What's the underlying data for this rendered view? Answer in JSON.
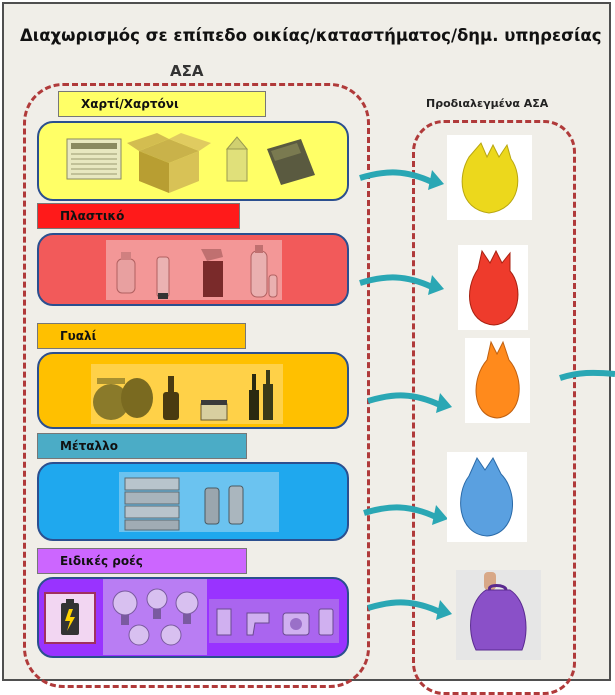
{
  "title": "Διαχωρισμός σε επίπεδο οικίας/καταστήματος/δημ. υπηρεσίας",
  "left_group_label": "ΑΣΑ",
  "right_group_label": "Προδιαλεγμένα ΑΣΑ",
  "categories": [
    {
      "label": "Χαρτί/Χαρτόνι",
      "color": "#ffff66",
      "box_color": "#ffff66",
      "bag_color": "#f0e020",
      "icons": [
        "newspaper-icon",
        "cardboard-box-icon",
        "milk-carton-icon",
        "magazine-icon"
      ]
    },
    {
      "label": "Πλαστικό",
      "color": "#ff1a1a",
      "box_color": "#f25a5a",
      "bag_color": "#f04030",
      "icons": [
        "plastic-bottle-icon",
        "tube-icon",
        "spray-bottle-icon",
        "water-bottle-icon"
      ]
    },
    {
      "label": "Γυαλί",
      "color": "#ffc000",
      "box_color": "#ffc000",
      "bag_color": "#ff8c1a",
      "icons": [
        "glass-jars-icon",
        "glass-bottle-icon",
        "small-jar-icon",
        "wine-bottles-icon"
      ]
    },
    {
      "label": "Μέταλλο",
      "color": "#4bacc6",
      "box_color": "#1fa8ee",
      "bag_color": "#5aa0e0",
      "icons": [
        "cans-stack-icon",
        "soda-can-icon"
      ]
    },
    {
      "label": "Ειδικές ροές",
      "color": "#cc66ff",
      "box_color": "#9933ff",
      "bag_color": "#8a50c8",
      "icons": [
        "battery-icon",
        "light-bulbs-icon",
        "electronics-icon"
      ]
    }
  ],
  "arrow_color": "#2aa7b4"
}
